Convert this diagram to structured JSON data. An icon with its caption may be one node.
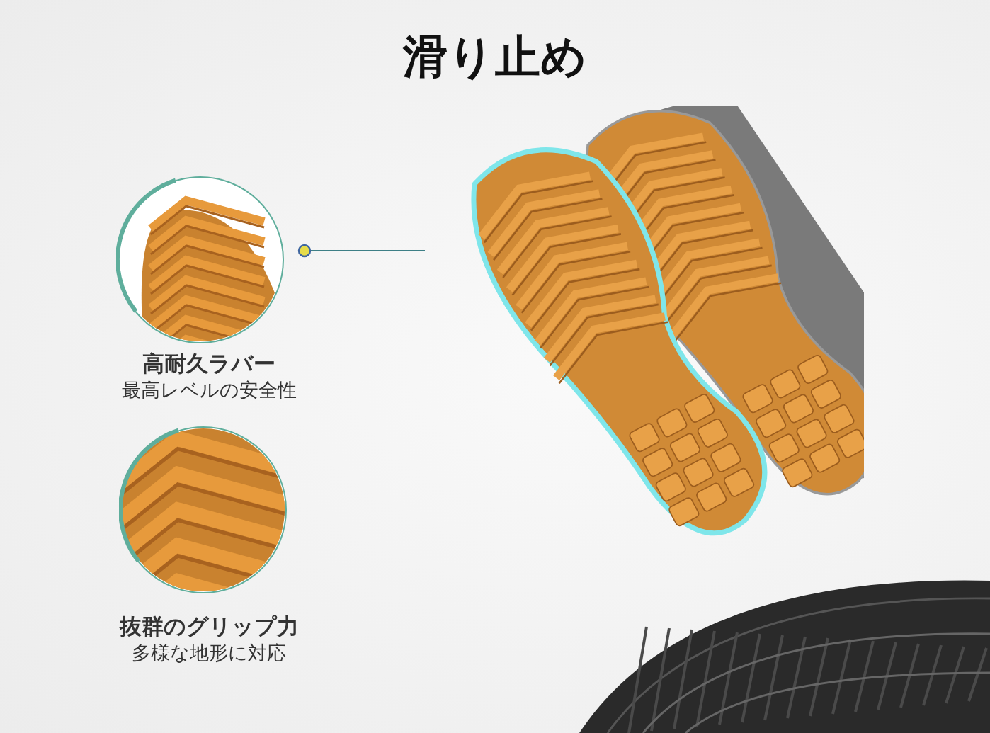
{
  "diagram": {
    "title": "滑り止め",
    "nodes": [
      {
        "text": [
          "高耐久ラバー",
          "最高レベルの安全性"
        ]
      },
      {
        "text": [
          "抜群のグリップ力",
          "多様な地形に対応"
        ]
      },
      {
        "text": [],
        "shape": "picture"
      }
    ],
    "edges": [
      {
        "from": 0,
        "to": 2,
        "arrow": "other"
      }
    ]
  }
}
